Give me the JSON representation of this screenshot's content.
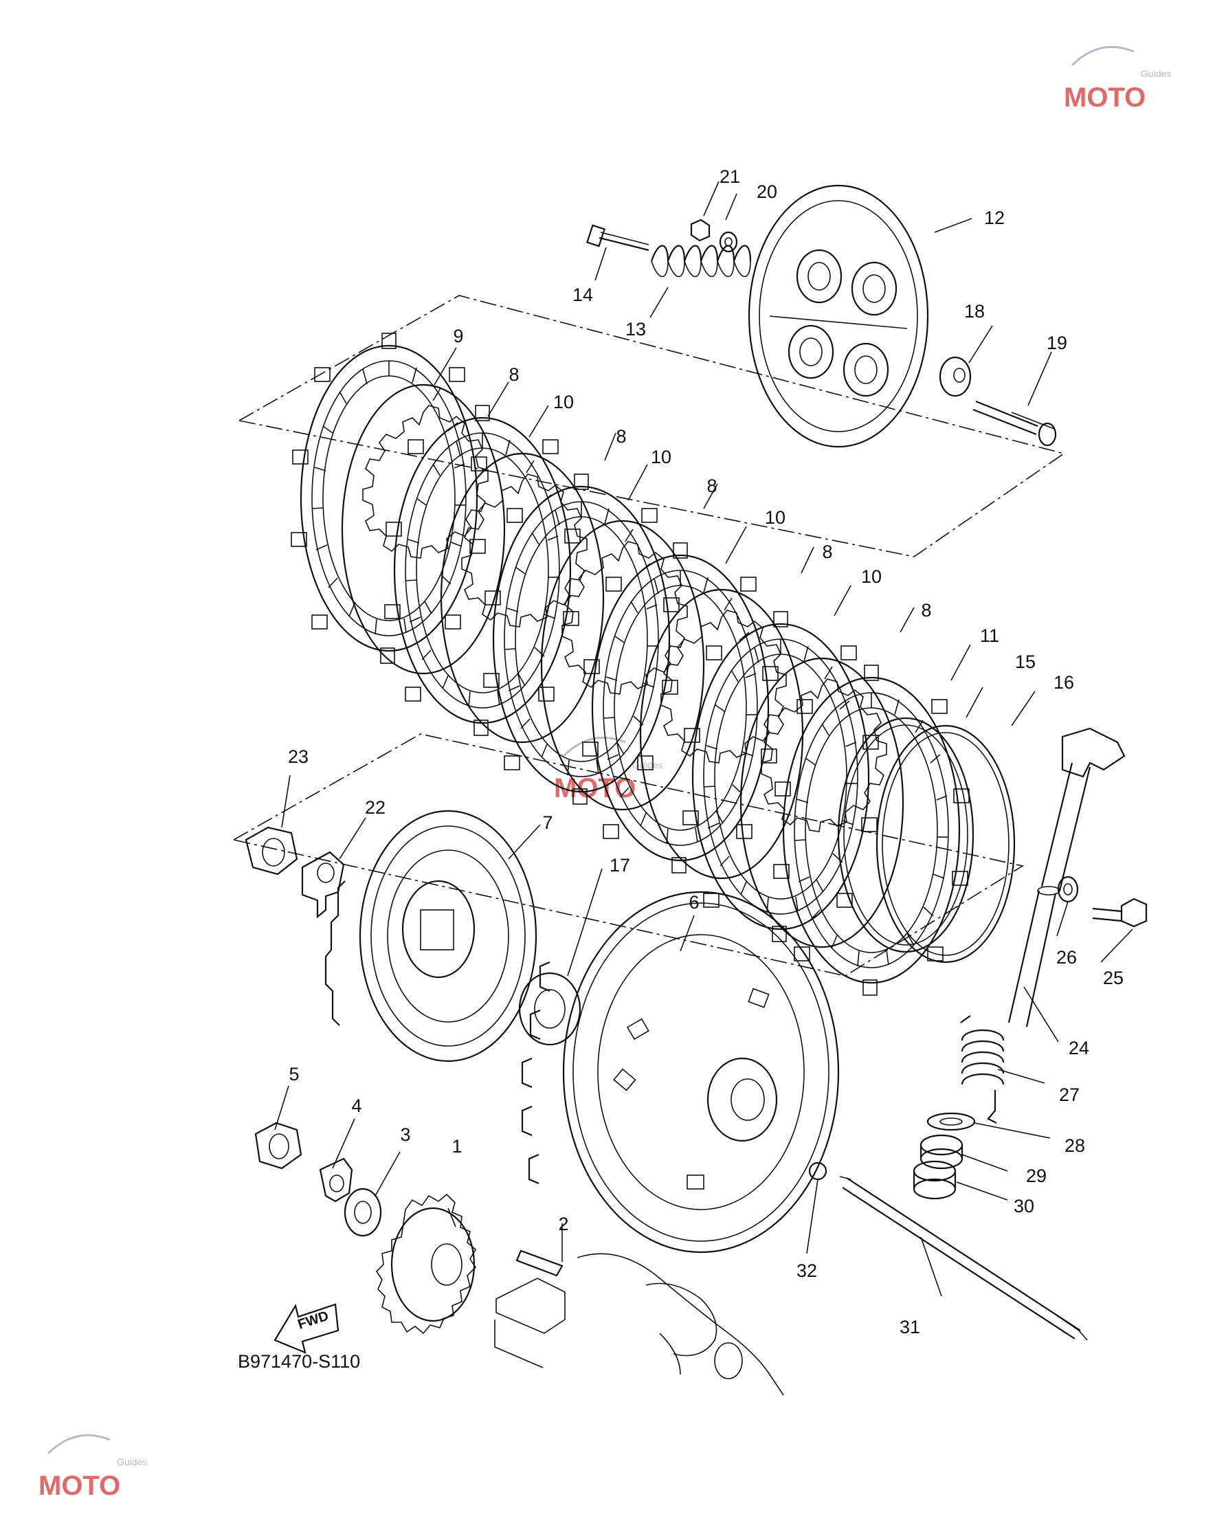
{
  "diagram_code": "B971470-S110",
  "fwd_label": "FWD",
  "watermark": {
    "text": "MOTO",
    "sub": "Guides",
    "accent": "#e06a6a"
  },
  "colors": {
    "line": "#111111",
    "background": "#ffffff"
  },
  "callouts": [
    {
      "id": "c1",
      "label": "1"
    },
    {
      "id": "c2",
      "label": "2"
    },
    {
      "id": "c3",
      "label": "3"
    },
    {
      "id": "c4",
      "label": "4"
    },
    {
      "id": "c5",
      "label": "5"
    },
    {
      "id": "c6",
      "label": "6"
    },
    {
      "id": "c7",
      "label": "7"
    },
    {
      "id": "c8a",
      "label": "8"
    },
    {
      "id": "c8b",
      "label": "8"
    },
    {
      "id": "c8c",
      "label": "8"
    },
    {
      "id": "c8d",
      "label": "8"
    },
    {
      "id": "c8e",
      "label": "8"
    },
    {
      "id": "c9",
      "label": "9"
    },
    {
      "id": "c10a",
      "label": "10"
    },
    {
      "id": "c10b",
      "label": "10"
    },
    {
      "id": "c10c",
      "label": "10"
    },
    {
      "id": "c10d",
      "label": "10"
    },
    {
      "id": "c11",
      "label": "11"
    },
    {
      "id": "c12",
      "label": "12"
    },
    {
      "id": "c13",
      "label": "13"
    },
    {
      "id": "c14",
      "label": "14"
    },
    {
      "id": "c15",
      "label": "15"
    },
    {
      "id": "c16",
      "label": "16"
    },
    {
      "id": "c17",
      "label": "17"
    },
    {
      "id": "c18",
      "label": "18"
    },
    {
      "id": "c19",
      "label": "19"
    },
    {
      "id": "c20",
      "label": "20"
    },
    {
      "id": "c21",
      "label": "21"
    },
    {
      "id": "c22",
      "label": "22"
    },
    {
      "id": "c23",
      "label": "23"
    },
    {
      "id": "c24",
      "label": "24"
    },
    {
      "id": "c25",
      "label": "25"
    },
    {
      "id": "c26",
      "label": "26"
    },
    {
      "id": "c27",
      "label": "27"
    },
    {
      "id": "c28",
      "label": "28"
    },
    {
      "id": "c29",
      "label": "29"
    },
    {
      "id": "c30",
      "label": "30"
    },
    {
      "id": "c31",
      "label": "31"
    },
    {
      "id": "c32",
      "label": "32"
    }
  ]
}
